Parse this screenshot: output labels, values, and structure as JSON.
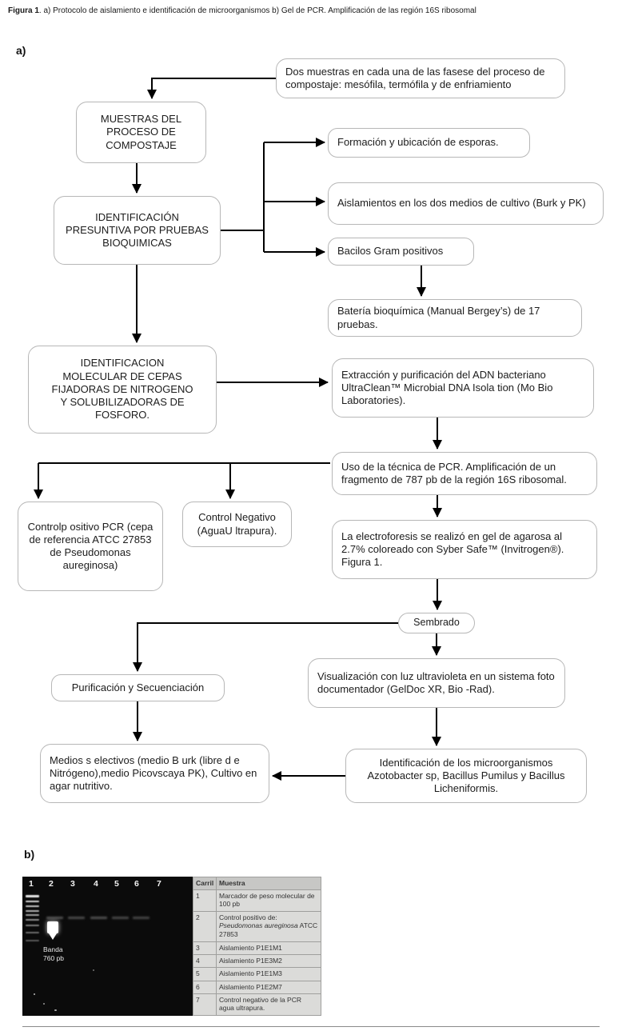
{
  "caption": {
    "label": "Figura 1",
    "text": ". a) Protocolo de aislamiento e identificación de microorganismos b) Gel de PCR. Amplificación de las región 16S ribosomal"
  },
  "section_a_label": "a)",
  "section_b_label": "b)",
  "flowchart": {
    "boxes": {
      "dos_muestras": "Dos muestras en cada una de las fasese del proceso de compostaje: mesófila, termófila y de enfriamiento",
      "muestras": "MUESTRAS DEL PROCESO DE COMPOSTAJE",
      "identificacion_presuntiva": "IDENTIFICACIÓN PRESUNTIVA POR PRUEBAS BIOQUIMICAS",
      "esporas": "Formación y ubicación de esporas.",
      "aislamientos": "Aislamientos en los dos medios de cultivo (Burk y PK)",
      "bacilos": "Bacilos Gram positivos",
      "bateria": "Batería bioquímica (Manual Bergey’s) de 17 pruebas.",
      "identificacion_molecular": "IDENTIFICACION\nMOLECULAR DE CEPAS\nFIJADORAS   DE NITROGENO\nY SOLUBILIZADORAS DE\nFOSFORO.",
      "extraccion": "Extracción y purificación del ADN bacteriano UltraClean™ Microbial DNA Isola tion (Mo Bio Laboratories).",
      "pcr": "Uso de la técnica de PCR. Amplificación de un fragmento de 787 pb de la región 16S ribosomal.",
      "control_positivo": "Controlp ositivo PCR (cepa de referencia ATCC 27853 de Pseudomonas aureginosa)",
      "control_negativo": "Control Negativo (AguaU ltrapura).",
      "electroforesis": "La electroforesis se realizó en gel de agarosa al 2.7% coloreado con Syber Safe™ (Invitrogen®). Figura 1.",
      "sembrado": "Sembrado",
      "purificacion": "Purificación y Secuenciación",
      "visualizacion": "Visualización con luz ultravioleta en un sistema foto documentador (GelDoc XR, Bio -Rad).",
      "medios": "Medios s electivos (medio B urk (libre d e Nitrógeno),medio Picovscaya PK), Cultivo en agar nutritivo.",
      "identificacion_micro": "Identificación de los microorganismos Azotobacter sp, Bacillus Pumilus y Bacillus Licheniformis."
    }
  },
  "gel": {
    "lane_numbers": [
      "1",
      "2",
      "3",
      "4",
      "5",
      "6",
      "7"
    ],
    "band_label": "Banda\n760 pb",
    "table": {
      "headers": [
        "Carril",
        "Muestra"
      ],
      "rows": [
        {
          "carril": "1",
          "muestra": "Marcador de peso molecular de 100 pb"
        },
        {
          "carril": "2",
          "muestra": "Control positivo de:",
          "muestra_italic": "Pseudomonas aureginosa",
          "muestra_end": "ATCC 27853"
        },
        {
          "carril": "3",
          "muestra": "Aislamiento P1E1M1"
        },
        {
          "carril": "4",
          "muestra": "Aislamiento P1E3M2"
        },
        {
          "carril": "5",
          "muestra": "Aislamiento P1E1M3"
        },
        {
          "carril": "6",
          "muestra": "Aislamiento P1E2M7"
        },
        {
          "carril": "7",
          "muestra": "Control negativo de la PCR agua ultrapura."
        }
      ]
    }
  }
}
